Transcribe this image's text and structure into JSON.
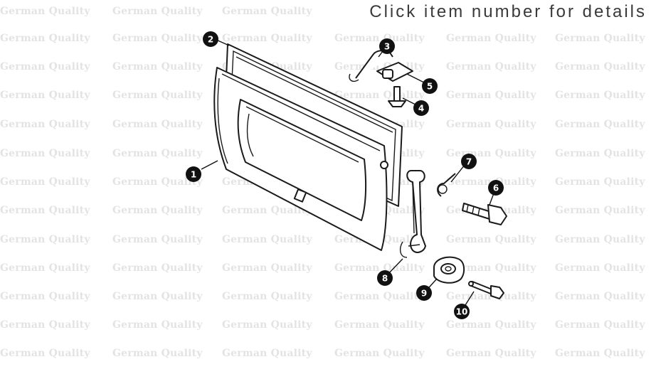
{
  "header": {
    "title": "Click item number for details"
  },
  "watermark": {
    "text": "German Quality"
  },
  "callouts": [
    {
      "number": "1",
      "part": "door-panel"
    },
    {
      "number": "2",
      "part": "door-seal"
    },
    {
      "number": "3",
      "part": "latch-hook"
    },
    {
      "number": "4",
      "part": "countersunk-screw"
    },
    {
      "number": "5",
      "part": "latch-hinge"
    },
    {
      "number": "6",
      "part": "hex-bolt"
    },
    {
      "number": "7",
      "part": "spring-clip"
    },
    {
      "number": "8",
      "part": "support-strap"
    },
    {
      "number": "9",
      "part": "bushing"
    },
    {
      "number": "10",
      "part": "pin-bolt"
    }
  ]
}
